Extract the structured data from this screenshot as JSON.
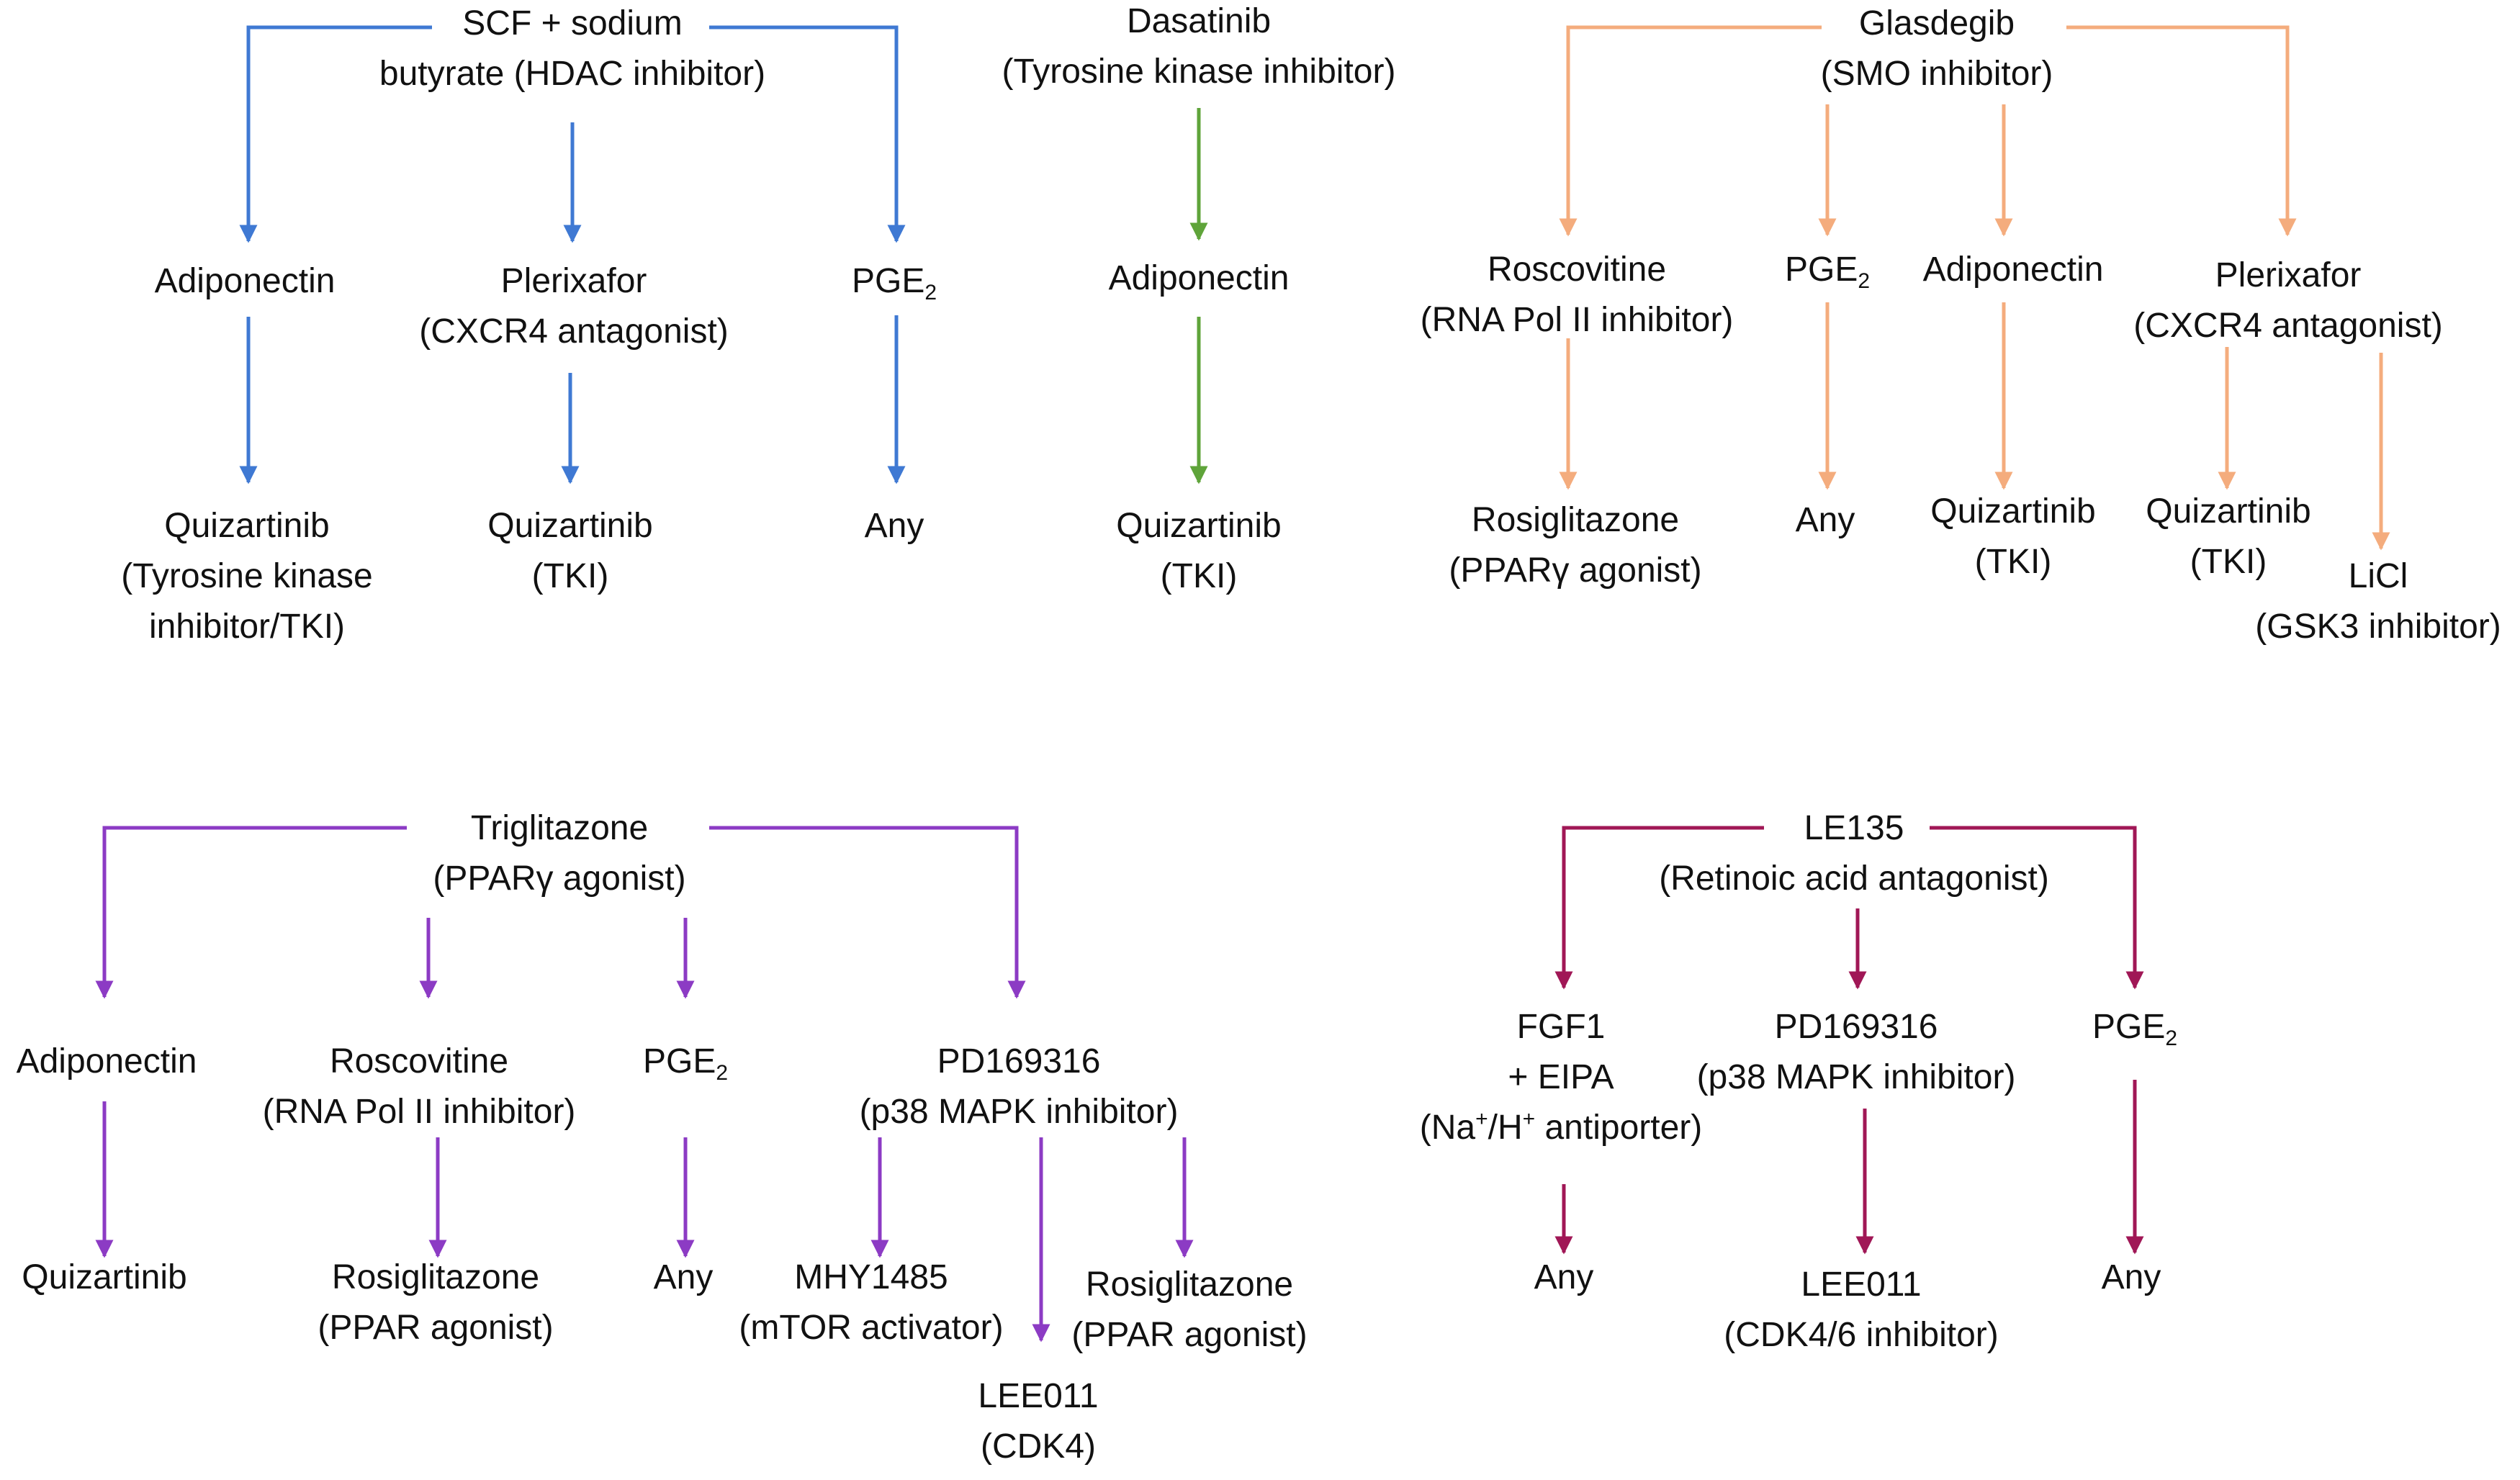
{
  "colors": {
    "blue": "#3f79d3",
    "green": "#5fa43a",
    "orange": "#f4ac7d",
    "purple": "#8c3bc4",
    "maroon": "#a01756"
  },
  "nodes": {
    "b_root": {
      "line1": "SCF + sodium",
      "line2": "butyrate (HDAC inhibitor)"
    },
    "b_adipo": {
      "line1": "Adiponectin"
    },
    "b_plerix": {
      "line1": "Plerixafor",
      "line2": "(CXCR4 antagonist)"
    },
    "b_pge2": {
      "main": "PGE",
      "sub": "2"
    },
    "b_quiz1": {
      "line1": "Quizartinib",
      "line2": "(Tyrosine kinase",
      "line3": "inhibitor/TKI)"
    },
    "b_quiz2": {
      "line1": "Quizartinib",
      "line2": "(TKI)"
    },
    "b_any": {
      "line1": "Any"
    },
    "g_root": {
      "line1": "Dasatinib",
      "line2": "(Tyrosine kinase inhibitor)"
    },
    "g_adipo": {
      "line1": "Adiponectin"
    },
    "g_quiz": {
      "line1": "Quizartinib",
      "line2": "(TKI)"
    },
    "o_root": {
      "line1": "Glasdegib",
      "line2": "(SMO inhibitor)"
    },
    "o_rosco": {
      "line1": "Roscovitine",
      "line2": "(RNA Pol II inhibitor)"
    },
    "o_pge2": {
      "main": "PGE",
      "sub": "2"
    },
    "o_adipo": {
      "line1": "Adiponectin"
    },
    "o_plerix": {
      "line1": "Plerixafor",
      "line2": "(CXCR4 antagonist)"
    },
    "o_rosi": {
      "line1": "Rosiglitazone",
      "line2": "(PPARγ agonist)"
    },
    "o_any": {
      "line1": "Any"
    },
    "o_quiz1": {
      "line1": "Quizartinib",
      "line2": "(TKI)"
    },
    "o_quiz2": {
      "line1": "Quizartinib",
      "line2": "(TKI)"
    },
    "o_licl": {
      "line1": "LiCl",
      "line2": "(GSK3 inhibitor)"
    },
    "p_root": {
      "line1": "Triglitazone",
      "line2": "(PPARγ agonist)"
    },
    "p_adipo": {
      "line1": "Adiponectin"
    },
    "p_rosco": {
      "line1": "Roscovitine",
      "line2": "(RNA Pol II inhibitor)"
    },
    "p_pge2": {
      "main": "PGE",
      "sub": "2"
    },
    "p_pd": {
      "line1": "PD169316",
      "line2": "(p38 MAPK inhibitor)"
    },
    "p_quiz": {
      "line1": "Quizartinib"
    },
    "p_rosi1": {
      "line1": "Rosiglitazone",
      "line2": "(PPAR agonist)"
    },
    "p_any": {
      "line1": "Any"
    },
    "p_mhy": {
      "line1": "MHY1485",
      "line2": "(mTOR activator)"
    },
    "p_rosi2": {
      "line1": "Rosiglitazone",
      "line2": "(PPAR agonist)"
    },
    "p_lee": {
      "line1": "LEE011",
      "line2": "(CDK4)"
    },
    "m_root": {
      "line1": "LE135",
      "line2": "(Retinoic acid antagonist)"
    },
    "m_fgf": {
      "line1": "FGF1",
      "line2": "+ EIPA",
      "na": "(Na",
      "h": "/H",
      "plus": "+",
      "rest": " antiporter)"
    },
    "m_pd": {
      "line1": "PD169316",
      "line2": "(p38 MAPK inhibitor)"
    },
    "m_pge2": {
      "main": "PGE",
      "sub": "2"
    },
    "m_any1": {
      "line1": "Any"
    },
    "m_lee": {
      "line1": "LEE011",
      "line2": "(CDK4/6 inhibitor)"
    },
    "m_any2": {
      "line1": "Any"
    }
  }
}
